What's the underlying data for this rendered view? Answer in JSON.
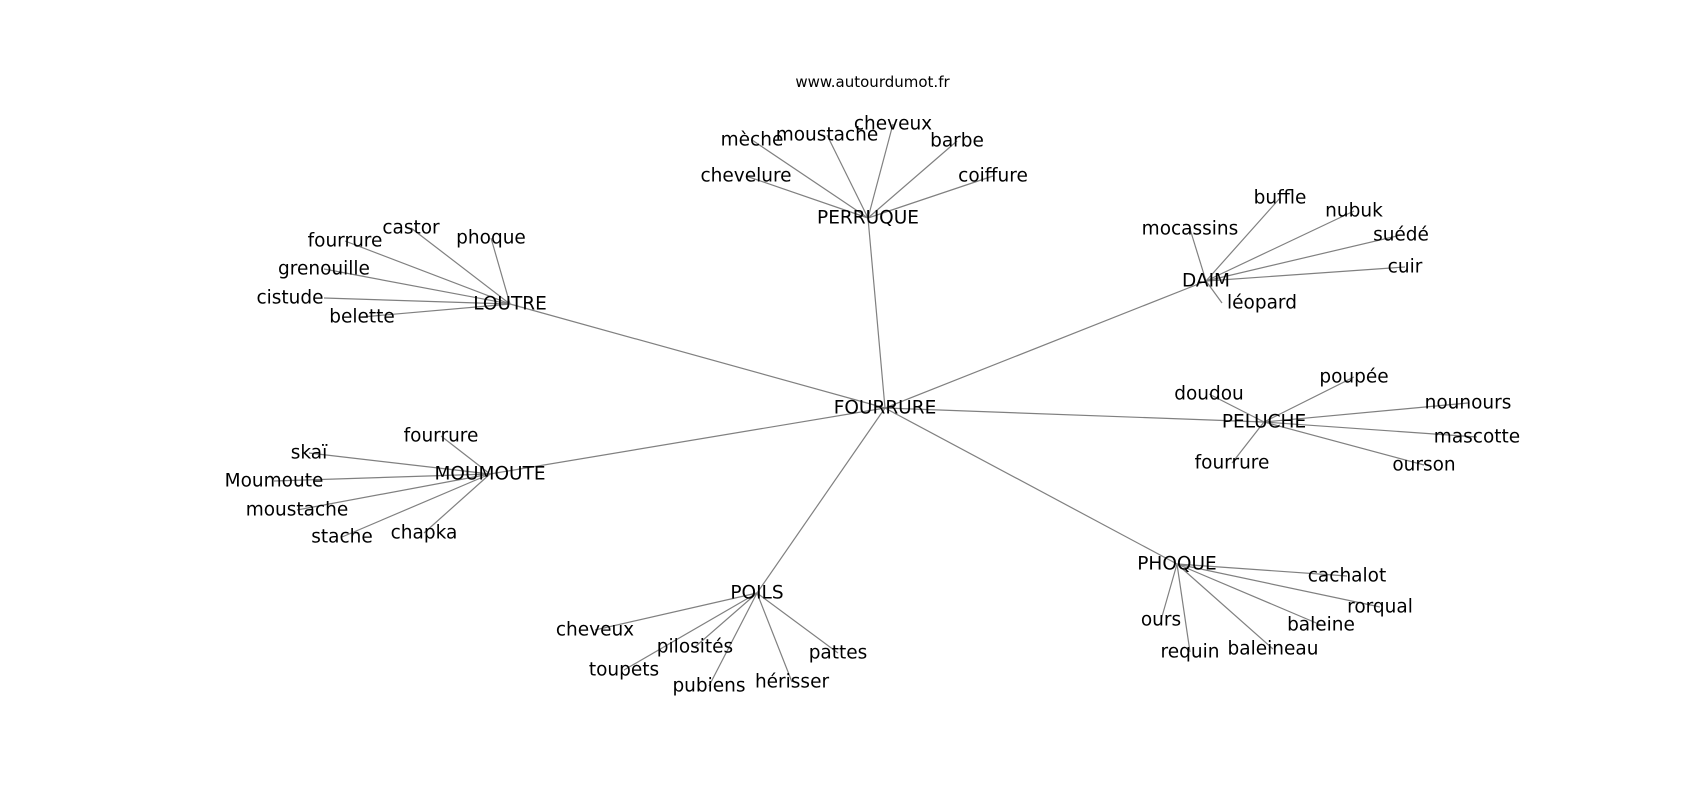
{
  "site": "www.autourdumot.fr",
  "graph": {
    "center": "FOURRURE",
    "clusters": [
      {
        "hub": "PERRUQUE",
        "words": [
          "mèche",
          "moustache",
          "cheveux",
          "barbe",
          "chevelure",
          "coiffure"
        ]
      },
      {
        "hub": "LOUTRE",
        "words": [
          "castor",
          "phoque",
          "fourrure",
          "grenouille",
          "cistude",
          "belette"
        ]
      },
      {
        "hub": "DAIM",
        "words": [
          "buffle",
          "nubuk",
          "mocassins",
          "suédé",
          "cuir",
          "léopard"
        ]
      },
      {
        "hub": "PELUCHE",
        "words": [
          "poupée",
          "doudou",
          "nounours",
          "mascotte",
          "fourrure",
          "ourson"
        ]
      },
      {
        "hub": "MOUMOUTE",
        "words": [
          "fourrure",
          "skaï",
          "Moumoute",
          "moustache",
          "stache",
          "chapka"
        ]
      },
      {
        "hub": "PHOQUE",
        "words": [
          "cachalot",
          "rorqual",
          "ours",
          "baleine",
          "baleineau",
          "requin"
        ]
      },
      {
        "hub": "POILS",
        "words": [
          "cheveux",
          "pilosités",
          "pattes",
          "toupets",
          "pubiens",
          "hérisser"
        ]
      }
    ]
  }
}
